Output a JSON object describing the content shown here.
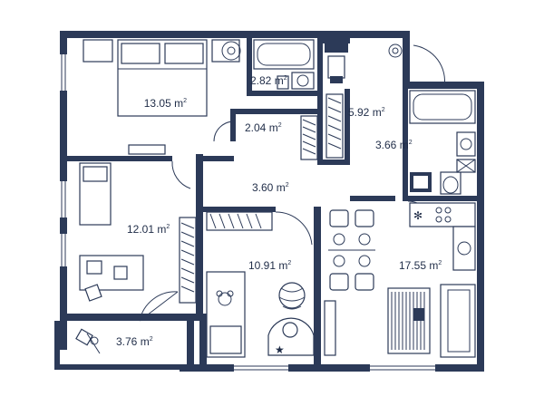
{
  "rooms": [
    {
      "id": "bedroom",
      "area": "13.05",
      "unit": "m"
    },
    {
      "id": "bathroom",
      "area": "2.82",
      "unit": "m"
    },
    {
      "id": "hall",
      "area": "5.92",
      "unit": "m"
    },
    {
      "id": "closet",
      "area": "2.04",
      "unit": "m"
    },
    {
      "id": "wc",
      "area": "3.66",
      "unit": "m"
    },
    {
      "id": "corridor",
      "area": "3.60",
      "unit": "m"
    },
    {
      "id": "study-bedroom",
      "area": "12.01",
      "unit": "m"
    },
    {
      "id": "kids-room",
      "area": "10.91",
      "unit": "m"
    },
    {
      "id": "kitchen-living",
      "area": "17.55",
      "unit": "m"
    },
    {
      "id": "balcony",
      "area": "3.76",
      "unit": "m"
    }
  ],
  "colors": {
    "wall": "#2c3a58",
    "text": "#1f2c47",
    "background": "#ffffff"
  }
}
